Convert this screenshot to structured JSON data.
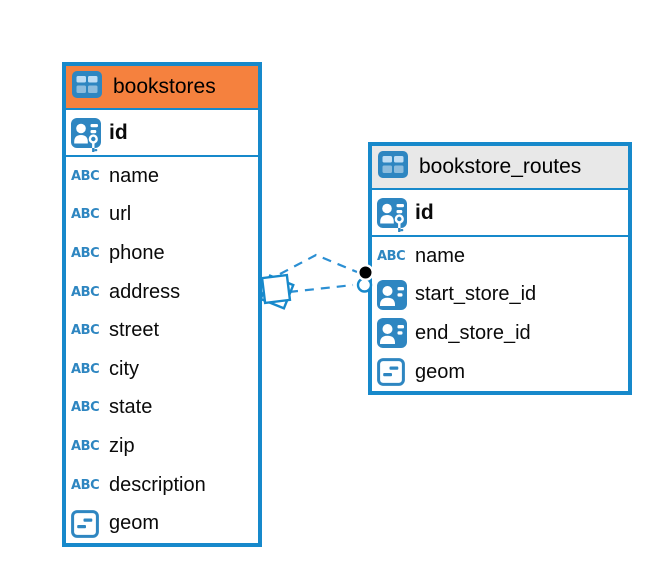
{
  "diagram": {
    "tables": [
      {
        "name": "bookstores",
        "header_color": "#F5813E",
        "header_icon": "table-icon",
        "keys": [
          {
            "name": "id",
            "icon": "primary-key-icon"
          }
        ],
        "columns": [
          {
            "name": "name",
            "icon": "text-icon"
          },
          {
            "name": "url",
            "icon": "text-icon"
          },
          {
            "name": "phone",
            "icon": "text-icon"
          },
          {
            "name": "address",
            "icon": "text-icon"
          },
          {
            "name": "street",
            "icon": "text-icon"
          },
          {
            "name": "city",
            "icon": "text-icon"
          },
          {
            "name": "state",
            "icon": "text-icon"
          },
          {
            "name": "zip",
            "icon": "text-icon"
          },
          {
            "name": "description",
            "icon": "text-icon"
          },
          {
            "name": "geom",
            "icon": "geometry-icon"
          }
        ]
      },
      {
        "name": "bookstore_routes",
        "header_color": "#E8E8E8",
        "header_icon": "table-icon",
        "keys": [
          {
            "name": "id",
            "icon": "primary-key-icon"
          }
        ],
        "columns": [
          {
            "name": "name",
            "icon": "text-icon"
          },
          {
            "name": "start_store_id",
            "icon": "reference-icon"
          },
          {
            "name": "end_store_id",
            "icon": "reference-icon"
          },
          {
            "name": "geom",
            "icon": "geometry-icon"
          }
        ]
      }
    ],
    "relationships": [
      {
        "between": [
          "bookstores",
          "bookstore_routes"
        ],
        "style": "dashed",
        "source_marker": "diamond",
        "target_marker": "black-filled-circle"
      },
      {
        "between": [
          "bookstores",
          "bookstore_routes"
        ],
        "style": "dashed",
        "source_marker": "diamond",
        "target_marker": "blue-outline-circle"
      }
    ],
    "icon_abc_text": "ABC"
  },
  "colors": {
    "accent_blue": "#1789CB",
    "icon_blue": "#2E86C1",
    "line_blue": "#2B8FD3",
    "header_orange": "#F5813E",
    "header_gray": "#E8E8E8",
    "text": "#0A0A0A",
    "background": "#FFFFFF"
  }
}
